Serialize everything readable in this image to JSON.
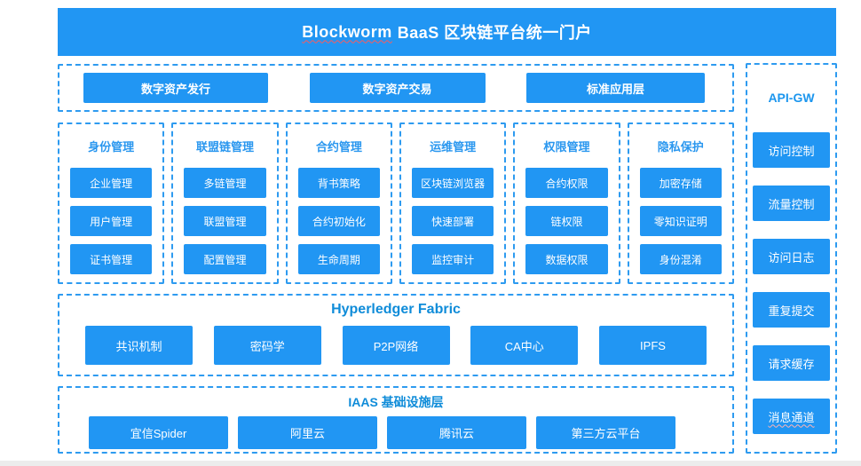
{
  "header": {
    "brand": "Blockworm",
    "title_rest": "BaaS 区块链平台统一门户"
  },
  "app_layer": {
    "items": [
      "数字资产发行",
      "数字资产交易",
      "标准应用层"
    ]
  },
  "modules": [
    {
      "title": "身份管理",
      "items": [
        "企业管理",
        "用户管理",
        "证书管理"
      ]
    },
    {
      "title": "联盟链管理",
      "items": [
        "多链管理",
        "联盟管理",
        "配置管理"
      ]
    },
    {
      "title": "合约管理",
      "items": [
        "背书策略",
        "合约初始化",
        "生命周期"
      ]
    },
    {
      "title": "运维管理",
      "items": [
        "区块链浏览器",
        "快速部署",
        "监控审计"
      ]
    },
    {
      "title": "权限管理",
      "items": [
        "合约权限",
        "链权限",
        "数据权限"
      ]
    },
    {
      "title": "隐私保护",
      "items": [
        "加密存储",
        "零知识证明",
        "身份混淆"
      ]
    }
  ],
  "fabric": {
    "title": "Hyperledger Fabric",
    "items": [
      "共识机制",
      "密码学",
      "P2P网络",
      "CA中心",
      "IPFS"
    ]
  },
  "iaas": {
    "title": "IAAS 基础设施层",
    "items": [
      "宜信Spider",
      "阿里云",
      "腾讯云",
      "第三方云平台"
    ]
  },
  "api_gw": {
    "title": "API-GW",
    "items": [
      "访问控制",
      "流量控制",
      "访问日志",
      "重复提交",
      "请求缓存",
      "消息通道"
    ]
  },
  "colors": {
    "primary": "#2196f3",
    "dashed_border": "#2e9bf0",
    "section_heading": "#0f8cd9",
    "column_heading": "#2a97ef",
    "button_text": "#ffffff",
    "spellcheck_underline": "#ff5a5a"
  }
}
